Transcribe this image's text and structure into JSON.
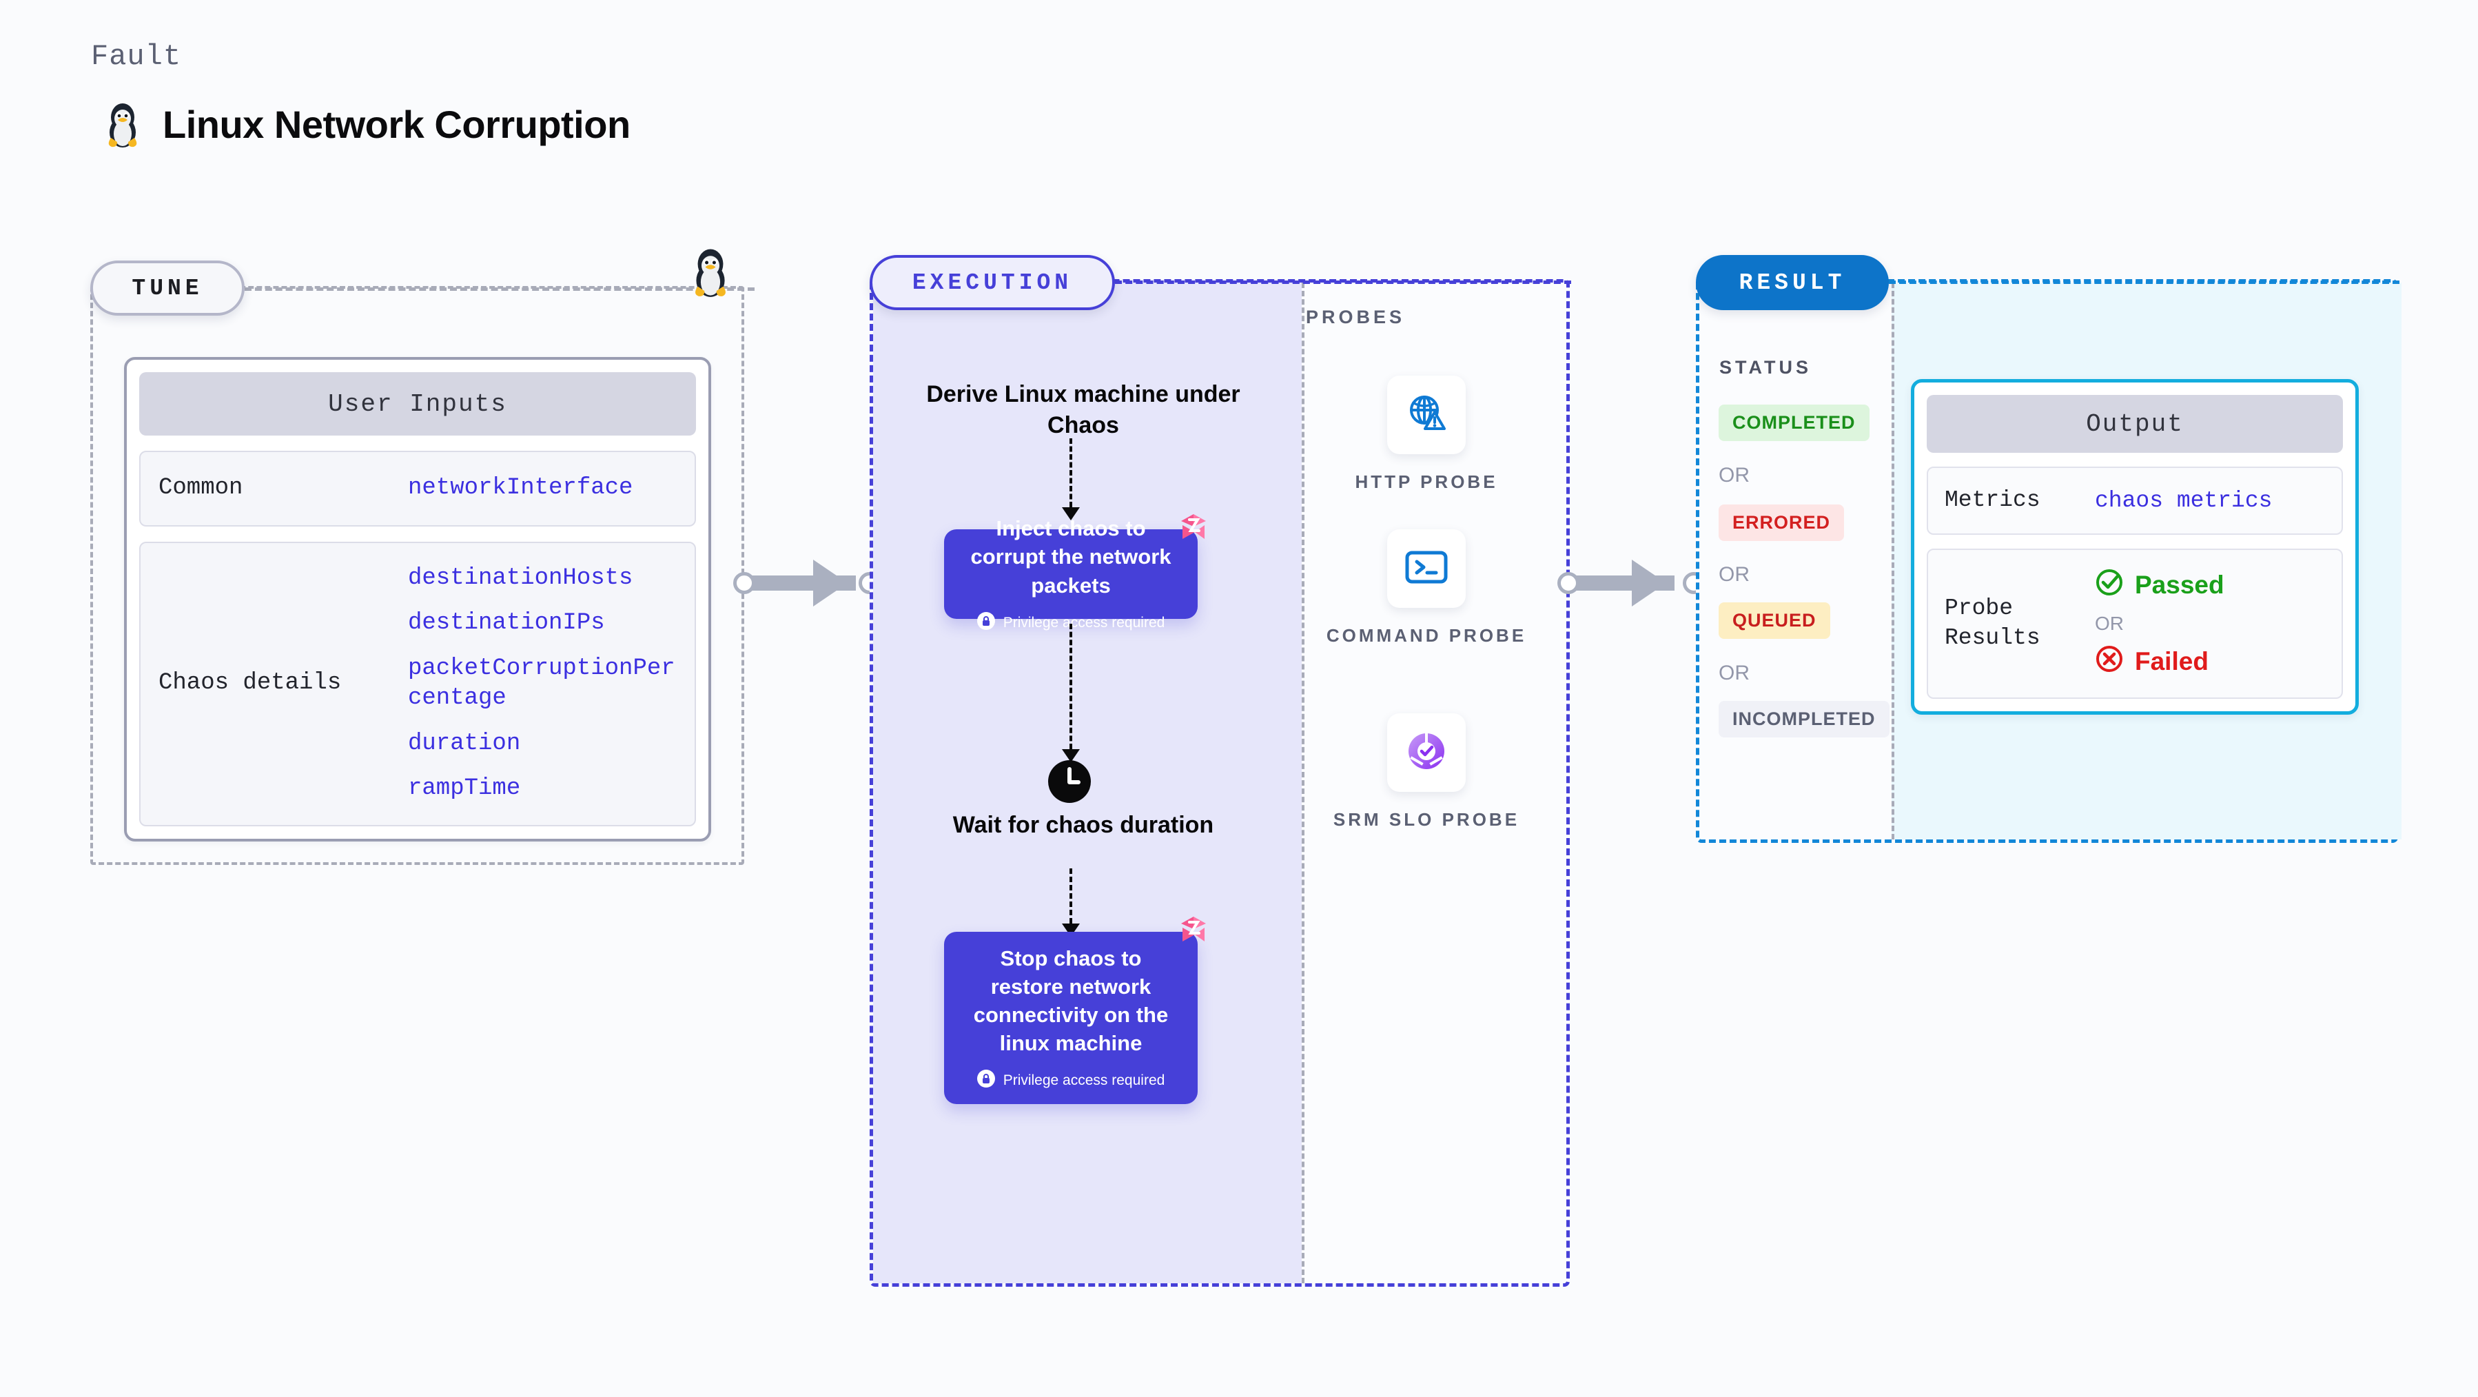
{
  "header": {
    "eyebrow": "Fault",
    "title": "Linux Network Corruption",
    "icon": "tux-penguin-icon"
  },
  "colors": {
    "page_bg": "#fafbfd",
    "execution_accent": "#4640d8",
    "execution_fill": "#e6e6fa",
    "result_accent": "#0d74c9",
    "result_fill": "#eaf8fd",
    "tune_accent": "#a8abb8",
    "param_value": "#3b2fe0",
    "output_border": "#13adde",
    "badge_pink": "#f5558d"
  },
  "tune": {
    "pill_label": "TUNE",
    "card_title": "User Inputs",
    "rows": [
      {
        "label": "Common",
        "values": [
          "networkInterface"
        ]
      },
      {
        "label": "Chaos details",
        "values": [
          "destinationHosts",
          "destinationIPs",
          "packetCorruptionPercentage",
          "duration",
          "rampTime"
        ]
      }
    ]
  },
  "execution": {
    "pill_label": "EXECUTION",
    "steps": [
      {
        "type": "title",
        "text": "Derive Linux machine under Chaos"
      },
      {
        "type": "chaos-box",
        "text": "Inject chaos to corrupt the network packets",
        "privilege_note": "Privilege access required",
        "badge": "litmus-badge-icon"
      },
      {
        "type": "title",
        "text": "Wait for chaos duration",
        "icon": "clock-icon"
      },
      {
        "type": "chaos-box",
        "text": "Stop chaos to restore network connectivity on the linux machine",
        "privilege_note": "Privilege access required",
        "badge": "litmus-badge-icon"
      }
    ]
  },
  "probes": {
    "section_label": "PROBES",
    "items": [
      {
        "name": "HTTP PROBE",
        "icon": "globe-warning-icon"
      },
      {
        "name": "COMMAND PROBE",
        "icon": "terminal-icon"
      },
      {
        "name": "SRM SLO PROBE",
        "icon": "slo-donut-check-icon"
      }
    ]
  },
  "result": {
    "pill_label": "RESULT",
    "status_label": "STATUS",
    "or_label": "OR",
    "statuses": [
      {
        "label": "COMPLETED",
        "bg": "#ddf5dd",
        "fg": "#1a8f1a"
      },
      {
        "label": "ERRORED",
        "bg": "#fde5e5",
        "fg": "#d32020"
      },
      {
        "label": "QUEUED",
        "bg": "#fdeec2",
        "fg": "#c81e1e"
      },
      {
        "label": "INCOMPLETED",
        "bg": "#f0f1f7",
        "fg": "#5b6073"
      }
    ],
    "output": {
      "card_title": "Output",
      "metrics_label": "Metrics",
      "metrics_value": "chaos metrics",
      "probe_results_label": "Probe Results",
      "passed_label": "Passed",
      "failed_label": "Failed",
      "or_label": "OR",
      "passed_icon": "check-circle-icon",
      "failed_icon": "x-circle-icon"
    }
  }
}
